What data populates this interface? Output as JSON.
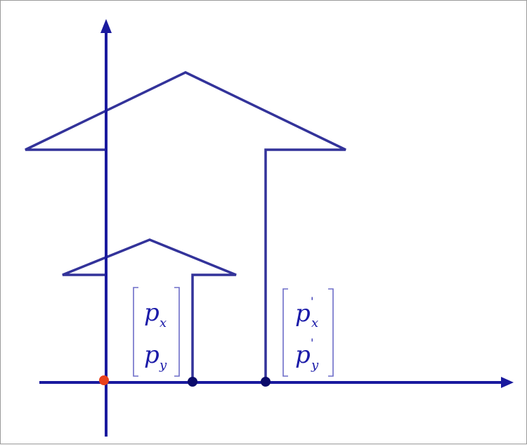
{
  "colors": {
    "axis": "#1a1a9e",
    "shape": "#33339a",
    "point": "#0b0b6b",
    "origin": "#e8401c",
    "text": "#1a1aa8",
    "frame": "#9a9a9a"
  },
  "vectors": {
    "original": {
      "top": {
        "letter": "p",
        "sub": "x",
        "prime": ""
      },
      "bottom": {
        "letter": "p",
        "sub": "y",
        "prime": ""
      }
    },
    "transformed": {
      "top": {
        "letter": "p",
        "sub": "x",
        "prime": "'"
      },
      "bottom": {
        "letter": "p",
        "sub": "y",
        "prime": "'"
      }
    }
  }
}
